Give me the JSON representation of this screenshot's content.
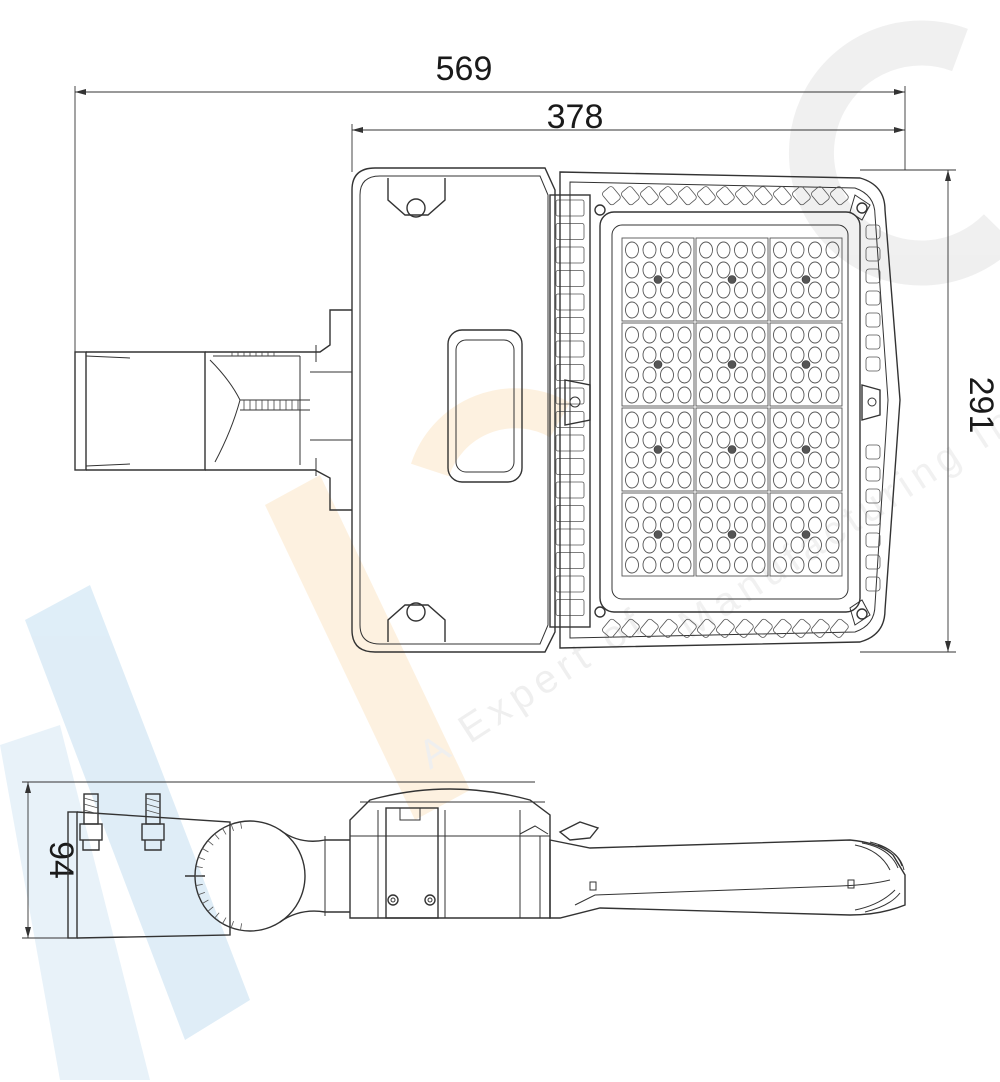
{
  "dimensions": {
    "overall_length": "569",
    "housing_length": "378",
    "width": "291",
    "height": "94"
  },
  "colors": {
    "line": "#333333",
    "background": "#ffffff",
    "watermark_blue": "#dcecf7",
    "watermark_orange": "#fdf0dd",
    "watermark_gray": "#eeeeee"
  },
  "watermark": {
    "tagline_line1": "A Expert of",
    "tagline_line2": "Manufacturing Industry"
  },
  "led_module": {
    "rows": 4,
    "columns": 3,
    "leds_per_block": 16
  }
}
